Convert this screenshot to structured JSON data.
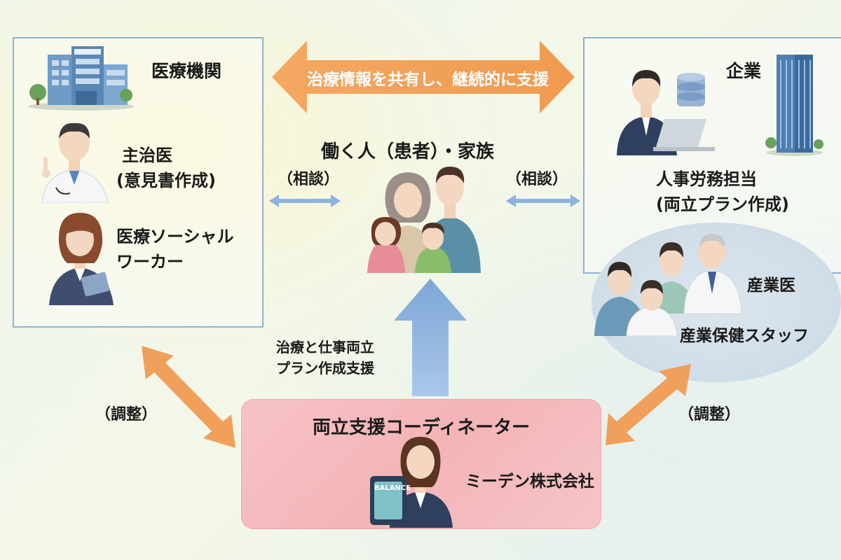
{
  "medical": {
    "title": "医療機関",
    "doctor_label_1": "主治医",
    "doctor_label_2": "(意見書作成)",
    "msw_label_1": "医療ソーシャル",
    "msw_label_2": "ワーカー"
  },
  "company": {
    "title": "企業",
    "hr_label_1": "人事労務担当",
    "hr_label_2": "(両立プラン作成)"
  },
  "occupational": {
    "doctor_label": "産業医",
    "staff_label": "産業保健スタッフ"
  },
  "center": {
    "top_arrow_label": "治療情報を共有し、継続的に支援",
    "patient_label": "働く人（患者）・家族",
    "consult_left": "（相談）",
    "consult_right": "（相談）",
    "support_label_1": "治療と仕事両立",
    "support_label_2": "プラン作成支援"
  },
  "coordinator": {
    "title": "両立支援コーディネーター",
    "company_name": "ミーデン株式会社",
    "tablet_text": "BALANCE"
  },
  "adjust": {
    "left": "（調整）",
    "right": "（調整）"
  },
  "colors": {
    "orange_arrow": "#f0a05a",
    "blue_arrow": "#8db2dc",
    "box_border": "#8fb2cf",
    "coordinator_bg": "#f5bcbf"
  }
}
